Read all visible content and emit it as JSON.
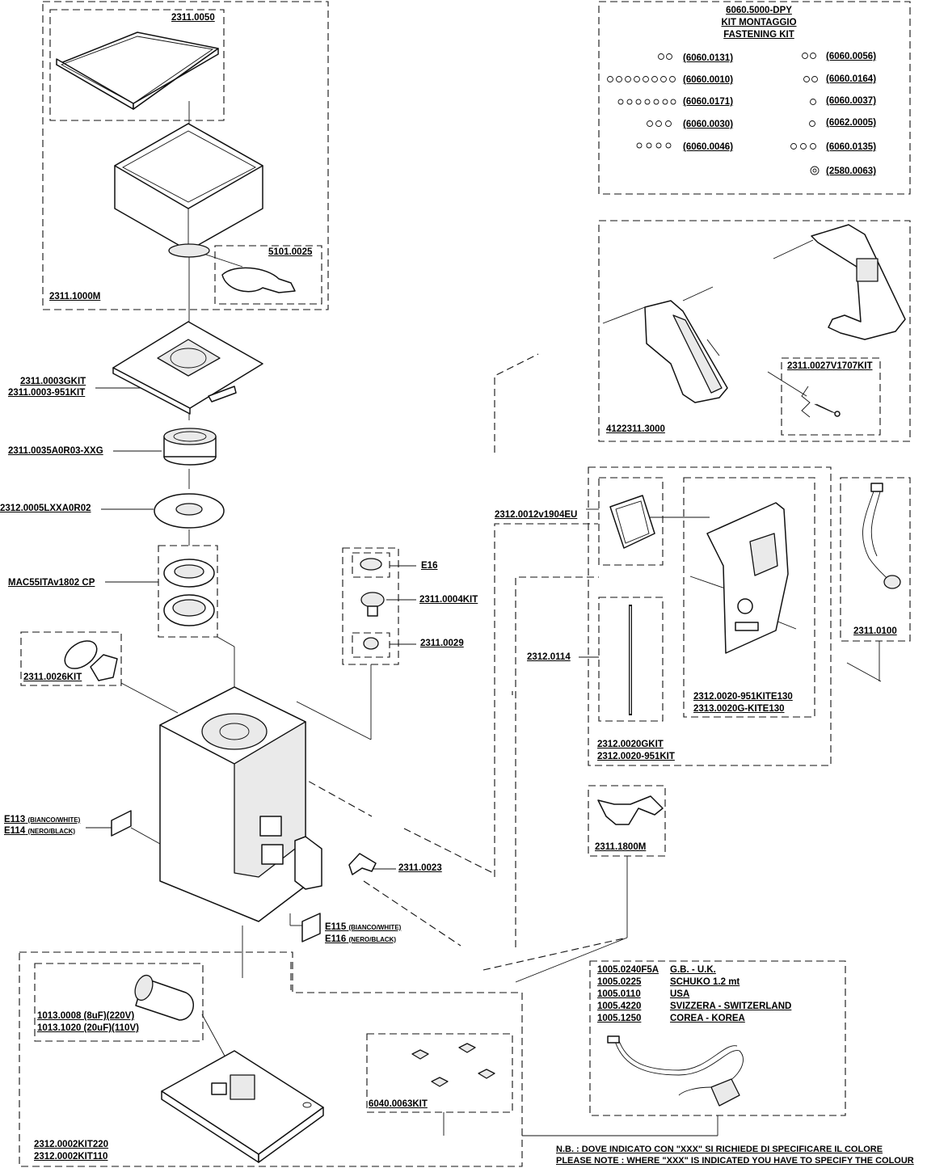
{
  "fastening_kit": {
    "code": "6060.5000-DPY",
    "title_it": "KIT MONTAGGIO",
    "title_en": "FASTENING KIT",
    "screws": [
      "(6060.0131)",
      "(6060.0010)",
      "(6060.0171)",
      "(6060.0030)",
      "(6060.0046)",
      "(6060.0056)",
      "(6060.0164)",
      "(6060.0037)",
      "(6062.0005)",
      "(6060.0135)",
      "(2580.0063)"
    ]
  },
  "hopper": {
    "lid": "2311.0050",
    "assembly": "2311.1000M",
    "slide": "5101.0025"
  },
  "plate": {
    "code_a": "2311.0003GKIT",
    "code_b": "2311.0003-951KIT"
  },
  "ring_nut": "2311.0035A0R03-XXG",
  "burr_carrier": "2312.0005LXXA0R02",
  "burrs": "MAC55ITAv1802 CP",
  "cover_kit": "2311.0026KIT",
  "adjust": {
    "e16": "E16",
    "knob": "2311.0004KIT",
    "bushing": "2311.0029"
  },
  "doser_side": {
    "assembly": "4122311.3000",
    "spring_kit": "2311.0027V1707KIT"
  },
  "switch_group": {
    "board": "2312.0012v1904EU",
    "cable": "2312.0114",
    "panel_a": "2312.0020-951KITE130",
    "panel_b": "2313.0020G-KITE130",
    "kit_a": "2312.0020GKIT",
    "kit_b": "2312.0020-951KIT",
    "switch": "2311.0100"
  },
  "fork": "2311.1800M",
  "clip": "2311.0023",
  "labels_upper": {
    "a": "E113",
    "a_note": "(BIANCO/WHITE)",
    "b": "E114",
    "b_note": "(NERO/BLACK)"
  },
  "labels_lower": {
    "a": "E115",
    "a_note": "(BIANCO/WHITE)",
    "b": "E116",
    "b_note": "(NERO/BLACK)"
  },
  "capacitor": {
    "a": "1013.0008 (8uF)(220V)",
    "b": "1013.1020 (20uF)(110V)"
  },
  "feet": "6040.0063KIT",
  "base": {
    "a": "2312.0002KIT220",
    "b": "2312.0002KIT110"
  },
  "power_cords": [
    {
      "code": "1005.0240F5A",
      "desc": "G.B. - U.K."
    },
    {
      "code": "1005.0225",
      "desc": "SCHUKO 1.2 mt"
    },
    {
      "code": "1005.0110",
      "desc": "USA"
    },
    {
      "code": "1005.4220",
      "desc": "SVIZZERA - SWITZERLAND"
    },
    {
      "code": "1005.1250",
      "desc": "COREA - KOREA"
    }
  ],
  "note": {
    "it": "N.B. : DOVE INDICATO CON \"XXX\" SI RICHIEDE DI SPECIFICARE IL COLORE",
    "en": "PLEASE NOTE : WHERE \"XXX\" IS INDICATED YOU HAVE TO SPECIFY THE COLOUR"
  }
}
